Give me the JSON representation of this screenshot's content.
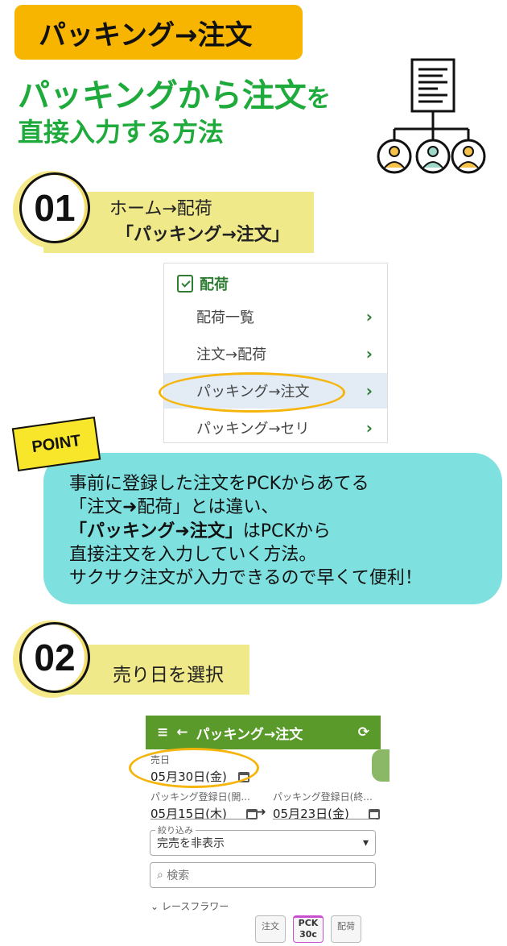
{
  "header": {
    "badge": "パッキング→注文"
  },
  "headline": {
    "line1_main": "パッキングから注文",
    "line1_small": "を",
    "line2": "直接入力する方法"
  },
  "step1": {
    "number": "01",
    "line1": "ホーム→配荷",
    "line2": "「パッキング→注文」"
  },
  "menu": {
    "title": "配荷",
    "items": [
      "配荷一覧",
      "注文→配荷",
      "パッキング→注文",
      "パッキング→セリ"
    ]
  },
  "point": {
    "label": "POINT",
    "line1": "事前に登録した注文をPCKからあてる",
    "line2": "「注文➜配荷」とは違い、",
    "line3_bold": "「パッキング➜注文」",
    "line3_rest": "はPCKから",
    "line4": "直接注文を入力していく方法。",
    "line5": "サクサク注文が入力できるので早くて便利！"
  },
  "step2": {
    "number": "02",
    "text": "売り日を選択"
  },
  "phone": {
    "title": "パッキング→注文",
    "sale_date_label": "売日",
    "sale_date": "05月30日(金)",
    "pack_start_label": "パッキング登録日(開...",
    "pack_start": "05月15日(木)",
    "pack_end_label": "パッキング登録日(終...",
    "pack_end": "05月23日(金)",
    "filter_label": "絞り込み",
    "filter_value": "完売を非表示",
    "search_placeholder": "検索",
    "group": "レースフラワー",
    "tags": [
      "注文",
      "PCK",
      "30c",
      "配荷"
    ]
  },
  "colors": {
    "accent_yellow": "#f8b500",
    "green": "#1faa3c",
    "bubble": "#7ee0df",
    "ring": "#f5b50c"
  }
}
